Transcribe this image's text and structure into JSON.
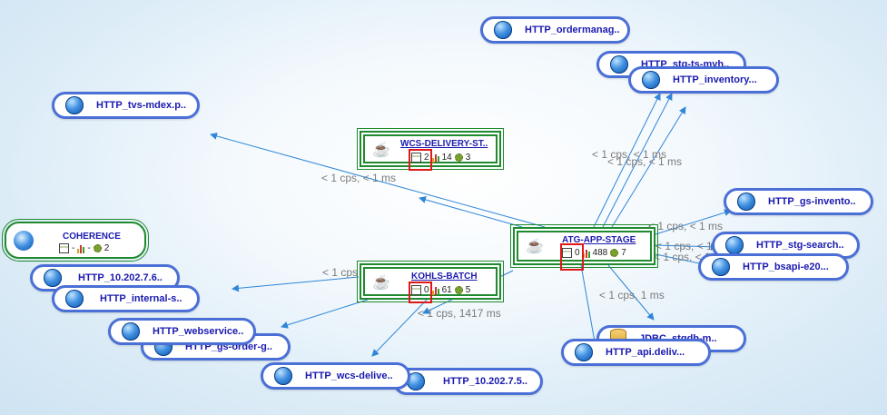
{
  "edge_labels": {
    "l1": "< 1 cps, < 1 ms",
    "l2": "< 1 cps, < 1 ms",
    "l3": "< 1 cps, < 1 ms",
    "l4": "< 1 cps, < 1 ms",
    "l5": "< 1 cps, < 1",
    "l6": "< 1 cps, < 1 ms",
    "l7": "< 1 cps",
    "l8": "< 1 cps, 1417 ms",
    "l9": "< 1 cps, 1 ms"
  },
  "external_nodes": [
    {
      "label": "HTTP_ordermanag..",
      "icon": "globe-icon"
    },
    {
      "label": "HTTP_stg-ts-myh..",
      "icon": "globe-icon"
    },
    {
      "label": "HTTP_inventory...",
      "icon": "globe-icon"
    },
    {
      "label": "HTTP_tvs-mdex.p..",
      "icon": "globe-icon"
    },
    {
      "label": "HTTP_gs-invento..",
      "icon": "globe-icon"
    },
    {
      "label": "HTTP_stg-search..",
      "icon": "globe-icon"
    },
    {
      "label": "HTTP_bsapi-e20...",
      "icon": "globe-icon"
    },
    {
      "label": "HTTP_10.202.7.6..",
      "icon": "globe-icon"
    },
    {
      "label": "HTTP_internal-s..",
      "icon": "globe-icon"
    },
    {
      "label": "HTTP_webservice..",
      "icon": "globe-icon"
    },
    {
      "label": "HTTP_gs-order-g..",
      "icon": "globe-icon"
    },
    {
      "label": "HTTP_wcs-delive..",
      "icon": "globe-icon"
    },
    {
      "label": "HTTP_10.202.7.5..",
      "icon": "globe-icon"
    },
    {
      "label": "HTTP_api.deliv...",
      "icon": "globe-icon"
    },
    {
      "label": "JDBC_stgdb-m..",
      "icon": "database-icon"
    }
  ],
  "services": {
    "wcs": {
      "title": "WCS-DELIVERY-ST..",
      "a": "2",
      "b": "14",
      "c": "3"
    },
    "atg": {
      "title": "ATG-APP-STAGE",
      "a": "0",
      "b": "488",
      "c": "7"
    },
    "kohls": {
      "title": "KOHLS-BATCH",
      "a": "0",
      "b": "61",
      "c": "5"
    },
    "coherence": {
      "title": "COHERENCE",
      "a": "-",
      "b": "-",
      "c": "2"
    }
  },
  "colors": {
    "edge": "#2f86d8",
    "service_border": "#1f8a2e",
    "node_border": "#4a6fd6",
    "highlight": "#e01818",
    "label_text": "#1a1ab0"
  }
}
